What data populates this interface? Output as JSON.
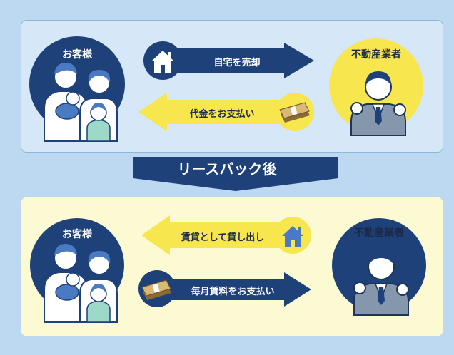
{
  "top": {
    "customer_label": "お客様",
    "realtor_label": "不動産業者",
    "arrow_sell_text": "自宅を売却",
    "arrow_pay_text": "代金をお支払い"
  },
  "transition": {
    "label": "リースバック後"
  },
  "bottom": {
    "customer_label": "お客様",
    "realtor_label": "不動産業者",
    "arrow_lease_text": "賃貸として貸し出し",
    "arrow_rent_text": "毎月賃料をお支払い"
  },
  "icons": {
    "house": "house-icon",
    "money": "money-bundle-icon",
    "family": "family-illustration",
    "businessman": "businessman-illustration"
  },
  "colors": {
    "navy": "#1f4179",
    "yellow": "#f7e64d",
    "light_blue_bg": "#bcd9f1",
    "top_panel": "#d6e8f7",
    "bottom_panel": "#fbfad2"
  }
}
